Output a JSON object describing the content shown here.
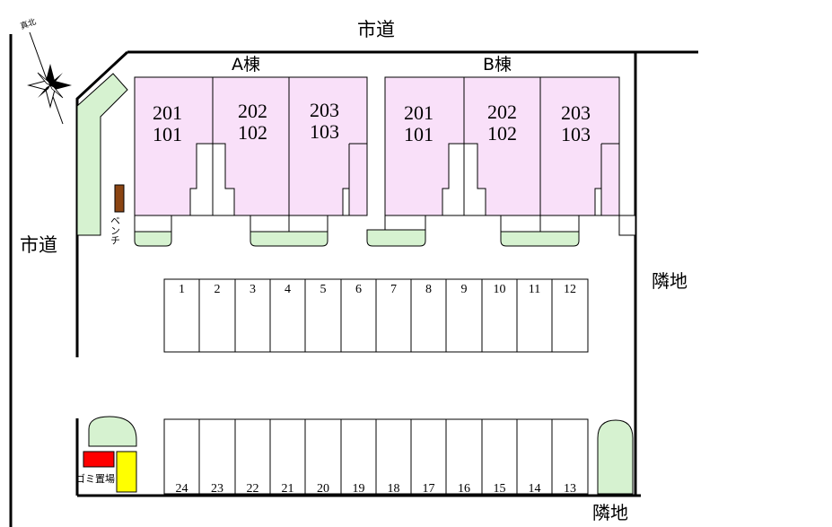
{
  "roads": {
    "north": "市道",
    "west": "市道"
  },
  "neighbors": {
    "east": "隣地",
    "south": "隣地"
  },
  "compass": {
    "label": "真北"
  },
  "buildings": [
    {
      "label": "A棟",
      "units": [
        {
          "top": "201",
          "bottom": "101"
        },
        {
          "top": "202",
          "bottom": "102"
        },
        {
          "top": "203",
          "bottom": "103"
        }
      ]
    },
    {
      "label": "B棟",
      "units": [
        {
          "top": "201",
          "bottom": "101"
        },
        {
          "top": "202",
          "bottom": "102"
        },
        {
          "top": "203",
          "bottom": "103"
        }
      ]
    }
  ],
  "facilities": {
    "bench": "ベンチ",
    "garbage": "ゴミ置場"
  },
  "parking": {
    "top_row": [
      "1",
      "2",
      "3",
      "4",
      "5",
      "6",
      "7",
      "8",
      "9",
      "10",
      "11",
      "12"
    ],
    "bottom_row": [
      "24",
      "23",
      "22",
      "21",
      "20",
      "19",
      "18",
      "17",
      "16",
      "15",
      "14",
      "13"
    ]
  },
  "colors": {
    "unit_fill": "#f9e0f9",
    "green_fill": "#d6f2d0",
    "bench": "#8b4513",
    "garbage_red": "#ff0000",
    "garbage_yellow": "#ffff00"
  }
}
